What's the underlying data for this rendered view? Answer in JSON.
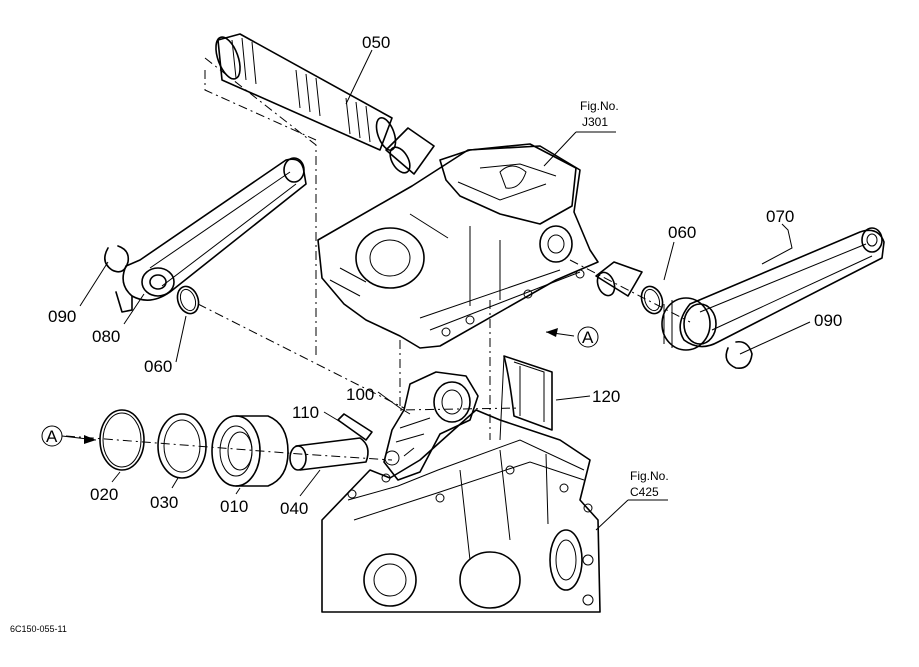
{
  "callouts": {
    "p050": "050",
    "p070": "070",
    "p060_right": "060",
    "p090_right": "090",
    "p090_left": "090",
    "p080": "080",
    "p060_left": "060",
    "p100": "100",
    "p110": "110",
    "p120": "120",
    "p020": "020",
    "p030": "030",
    "p010": "010",
    "p040": "040"
  },
  "fig_refs": {
    "top": {
      "label": "Fig.No.",
      "number": "J301"
    },
    "right": {
      "label": "Fig.No.",
      "number": "C425"
    }
  },
  "view_markers": {
    "left": "A",
    "right": "A"
  },
  "drawing_code": "6C150-055-11",
  "icons": [
    "drawing-hatch"
  ]
}
